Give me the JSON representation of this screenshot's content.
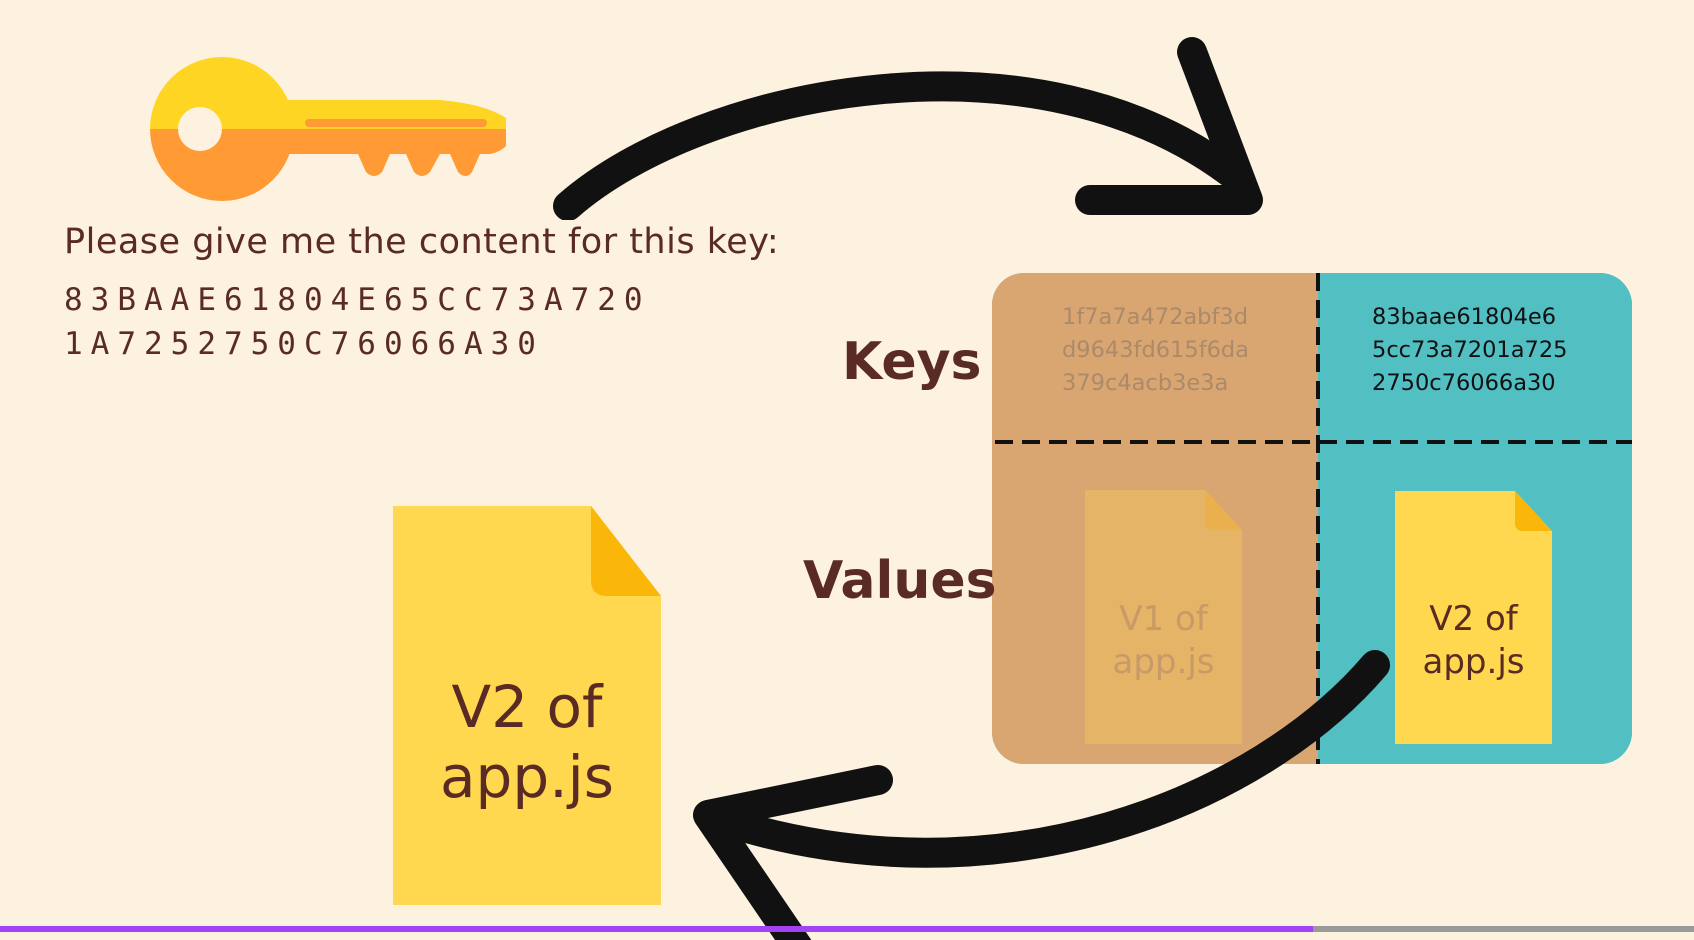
{
  "request": {
    "prompt": "Please give me the content for this key:",
    "key_line_1": "83BAAE61804E65CC73A720",
    "key_line_2": "1A7252750C76066A30"
  },
  "store": {
    "keys_label": "Keys",
    "values_label": "Values",
    "old_key_lines": [
      "1f7a7a472abf3d",
      "d9643fd615f6da",
      "379c4acb3e3a"
    ],
    "new_key_lines": [
      "83baae61804e6",
      "5cc73a7201a725",
      "2750c76066a30"
    ],
    "old_value_lines": [
      "V1 of",
      "app.js"
    ],
    "new_value_lines": [
      "V2 of",
      "app.js"
    ]
  },
  "result": {
    "label_lines": [
      "V2 of",
      "app.js"
    ]
  },
  "video_progress": 0.775,
  "colors": {
    "background": "#fdf1df",
    "text_brown": "#5a2a24",
    "old_column": "#d9a672",
    "new_column": "#52bfc3",
    "file_yellow": "#ffd84f",
    "file_fold": "#fbb60a",
    "progress_played": "#a342f5",
    "progress_remaining": "#9a9a9a"
  },
  "icons": [
    "key-icon",
    "request-arrow",
    "response-arrow",
    "file-icon"
  ]
}
